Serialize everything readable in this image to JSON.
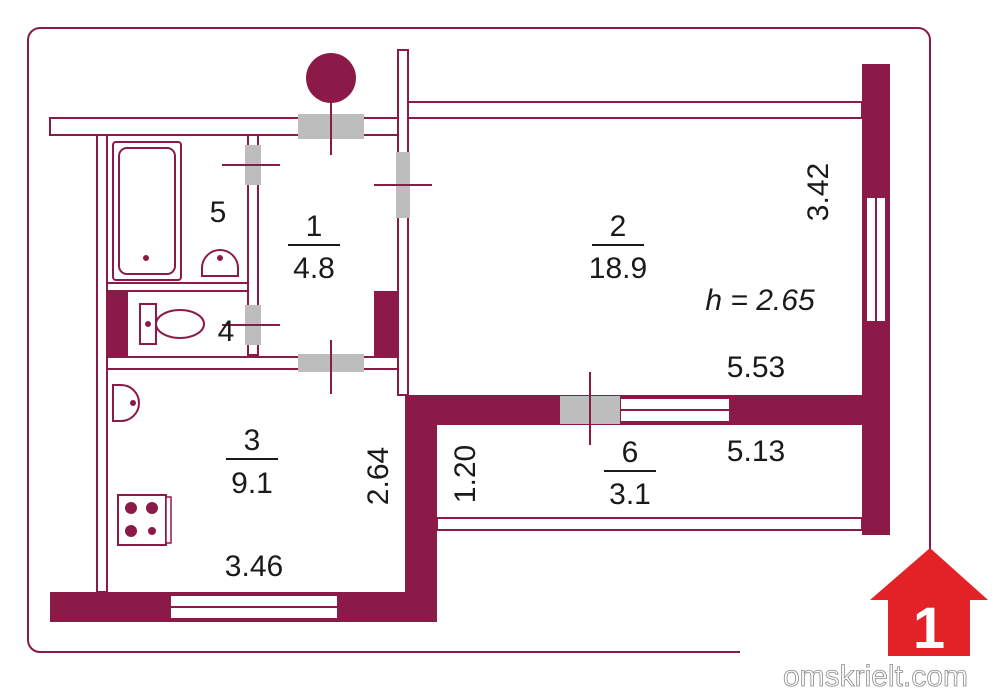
{
  "colors": {
    "wall": "#8c1a48",
    "door": "#bdbdbd",
    "logo": "#e32228"
  },
  "rooms": [
    {
      "number": "1",
      "area": "4.8"
    },
    {
      "number": "2",
      "area": "18.9"
    },
    {
      "number": "3",
      "area": "9.1"
    },
    {
      "number": "4"
    },
    {
      "number": "5"
    },
    {
      "number": "6",
      "area": "3.1"
    }
  ],
  "dimensions": {
    "room2_height": "3.42",
    "ceiling": "h = 2.65",
    "balcony_outer": "5.53",
    "balcony_inner": "5.13",
    "balcony_depth": "1.20",
    "kitchen_depth": "2.64",
    "kitchen_width": "3.46"
  },
  "logo": {
    "number": "1",
    "site": "omskrielt.com"
  }
}
